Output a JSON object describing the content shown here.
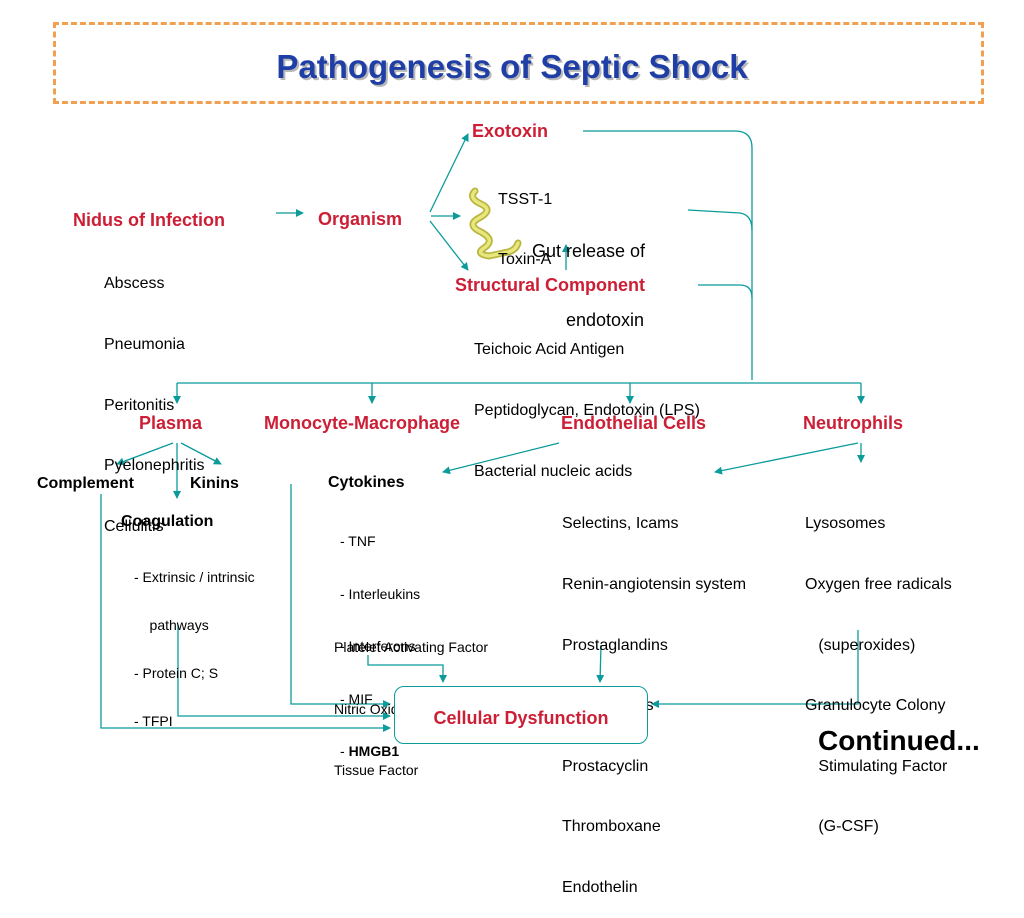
{
  "title": "Pathogenesis of Septic Shock",
  "nidus": {
    "label": "Nidus of Infection",
    "items": [
      "Abscess",
      "Pneumonia",
      "Peritonitis",
      "Pyelonephritis",
      "Cellulitis"
    ]
  },
  "organism": "Organism",
  "exotoxin": {
    "label": "Exotoxin",
    "items": [
      "TSST-1",
      "Toxin-A"
    ]
  },
  "gut_release": [
    "Gut release of",
    "endotoxin"
  ],
  "structural": {
    "label": "Structural Component",
    "items": [
      "Teichoic Acid Antigen",
      "Peptidoglycan, Endotoxin (LPS)",
      "Bacterial nucleic acids"
    ]
  },
  "plasma": {
    "label": "Plasma",
    "complement": "Complement",
    "kinins": "Kinins",
    "coagulation": "Coagulation",
    "coag_items": [
      "- Extrinsic / intrinsic",
      "    pathways",
      "- Protein C; S",
      "- TFPI"
    ]
  },
  "monocyte": {
    "label": "Monocyte-Macrophage",
    "cytokines": "Cytokines",
    "cytokine_items": [
      "- TNF",
      "- Interleukins",
      "- Interferons",
      "- MIF"
    ],
    "cytokine_last_prefix": "- ",
    "cytokine_last": "HMGB1",
    "other_items": [
      "Platelet Activating Factor",
      "Nitric Oxide",
      "Tissue Factor"
    ]
  },
  "endothelial": {
    "label": "Endothelial Cells",
    "items": [
      "Selectins, Icams",
      "Renin-angiotensin system",
      "Prostaglandins",
      "Leukotrienes",
      "Prostacyclin",
      "Thromboxane",
      "Endothelin"
    ]
  },
  "neutrophils": {
    "label": "Neutrophils",
    "items": [
      "Lysosomes",
      "Oxygen free radicals",
      "   (superoxides)",
      "Granulocyte Colony",
      "   Stimulating Factor",
      "   (G-CSF)"
    ]
  },
  "cellular_dysfunction": "Cellular Dysfunction",
  "continued": "Continued...",
  "colors": {
    "title": "#1f3fa6",
    "heading": "#cc1f36",
    "arrows": "#0b9b9b",
    "border": "#f0a050",
    "bacterium": "#d8d860"
  }
}
